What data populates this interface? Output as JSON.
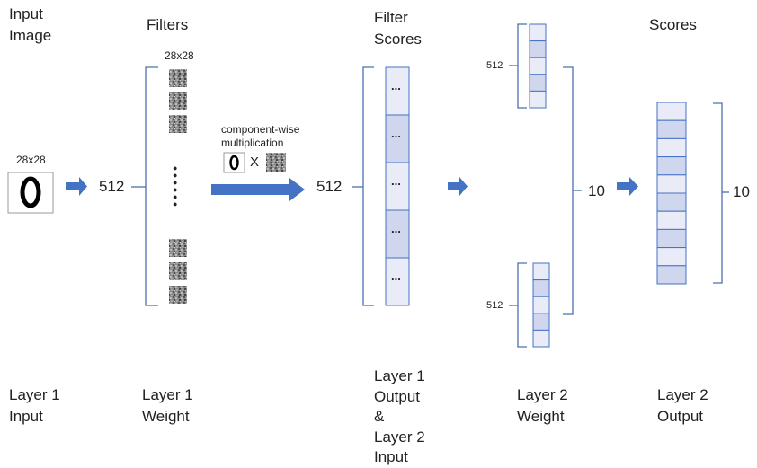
{
  "headers": {
    "input_image": [
      "Input",
      "Image"
    ],
    "filters": "Filters",
    "filter_scores": [
      "Filter",
      "Scores"
    ],
    "scores": "Scores"
  },
  "input": {
    "size_label": "28x28",
    "digit": "0"
  },
  "filters": {
    "size_label": "28x28",
    "count": "512",
    "ellipsis": "⋮"
  },
  "multiply": {
    "caption": [
      "component-wise",
      "multiplication"
    ],
    "digit": "0",
    "operator": "X"
  },
  "filter_scores": {
    "count": "512",
    "cell_text": "..."
  },
  "layer2_weight": {
    "top_count": "512",
    "bottom_count": "512",
    "count": "10"
  },
  "scores": {
    "count": "10"
  },
  "bottom_labels": {
    "layer1_input": [
      "Layer 1",
      "Input"
    ],
    "layer1_weight": [
      "Layer 1",
      "Weight"
    ],
    "layer1_output": [
      "Layer 1",
      "Output",
      "&",
      "Layer 2",
      "Input"
    ],
    "layer2_weight": [
      "Layer 2",
      "Weight"
    ],
    "layer2_output": [
      "Layer 2",
      "Output"
    ]
  },
  "colors": {
    "arrow": "#4472c4",
    "cell_light": "#e9ecf7",
    "cell_dark": "#d0d6ee",
    "stroke": "#4472c4",
    "bracket": "#4a6fb0"
  }
}
